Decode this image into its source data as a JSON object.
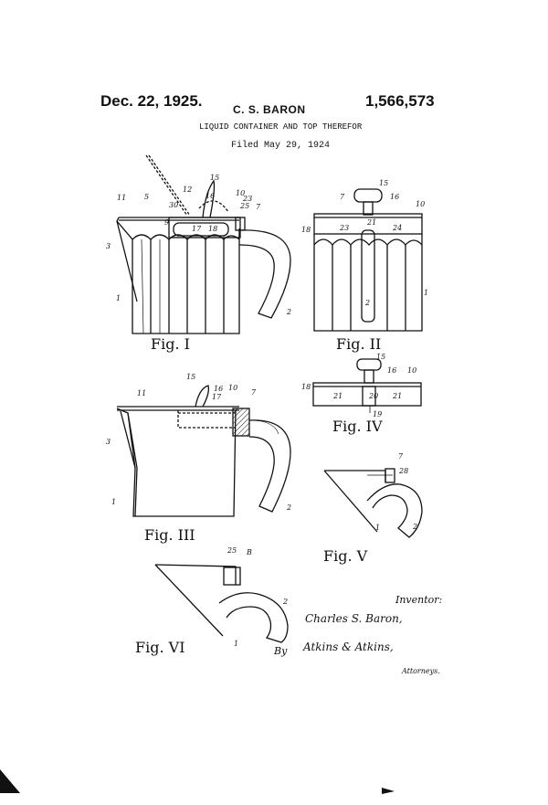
{
  "header": {
    "date": "Dec. 22, 1925.",
    "inventor": "C. S. BARON",
    "patent_number": "1,566,573",
    "title": "LIQUID CONTAINER AND TOP THEREFOR",
    "filed": "Filed May 29, 1924"
  },
  "figures": {
    "fig1": "Fig. I",
    "fig2": "Fig. II",
    "fig3": "Fig. III",
    "fig4": "Fig. IV",
    "fig5": "Fig. V",
    "fig6": "Fig. VI"
  },
  "signature": {
    "inventor_label": "Inventor:",
    "inventor_name": "Charles S. Baron,",
    "by": "By",
    "attorneys_name": "Atkins & Atkins,",
    "attorneys_label": "Attorneys."
  }
}
